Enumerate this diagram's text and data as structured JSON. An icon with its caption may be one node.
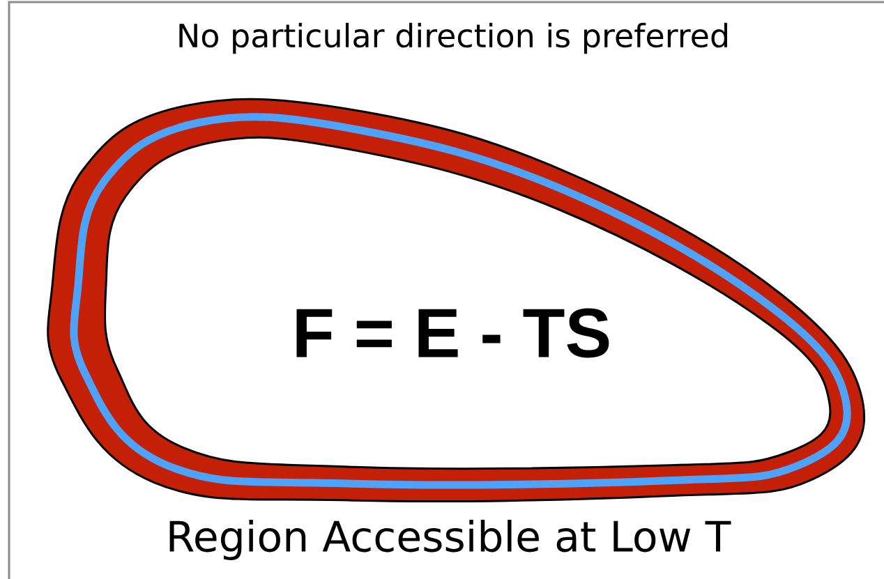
{
  "diagram": {
    "title": "No particular direction is preferred",
    "caption": "Region Accessible at Low T",
    "nodes": [
      {
        "text": [
          "F = E - TS"
        ]
      }
    ]
  }
}
